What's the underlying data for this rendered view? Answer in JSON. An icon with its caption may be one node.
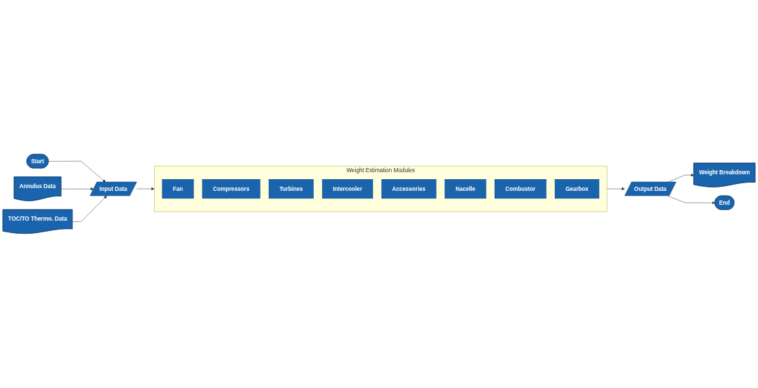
{
  "diagram": {
    "nodes": [
      {
        "text": [
          "Start"
        ]
      },
      {
        "text": [
          "Annulus Data"
        ]
      },
      {
        "text": [
          "Input Data"
        ]
      },
      {
        "text": [
          "TOC/TO Thermo. Data"
        ]
      },
      {
        "text": [
          "Weight Estimation Modules"
        ]
      },
      {
        "text": [
          "Fan"
        ],
        "in": 4
      },
      {
        "text": [
          "Compressors"
        ],
        "in": 4
      },
      {
        "text": [
          "Turbines"
        ],
        "in": 4
      },
      {
        "text": [
          "Intercooler"
        ],
        "in": 4
      },
      {
        "text": [
          "Accessories"
        ],
        "in": 4
      },
      {
        "text": [
          "Nacelle"
        ],
        "in": 4
      },
      {
        "text": [
          "Combustor"
        ],
        "in": 4
      },
      {
        "text": [
          "Gearbox"
        ],
        "in": 4
      },
      {
        "text": [
          "Output Data"
        ]
      },
      {
        "text": [
          "Weight Breakdown"
        ]
      },
      {
        "text": [
          "End"
        ]
      }
    ],
    "edges": [
      {
        "from": 0,
        "to": 2,
        "arrow": "to"
      },
      {
        "from": 1,
        "to": 2,
        "arrow": "to"
      },
      {
        "from": 3,
        "to": 2,
        "arrow": "to"
      },
      {
        "from": 2,
        "to": 4,
        "arrow": "to"
      },
      {
        "from": 4,
        "to": 13,
        "arrow": "to"
      },
      {
        "from": 13,
        "to": 14,
        "arrow": "to"
      },
      {
        "from": 13,
        "to": 15,
        "arrow": "to"
      }
    ]
  }
}
